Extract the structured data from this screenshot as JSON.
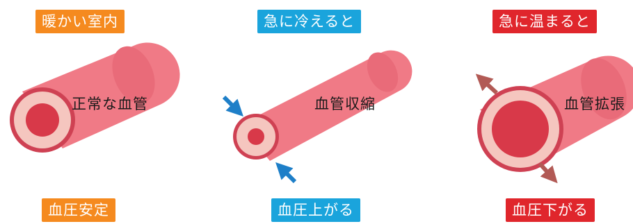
{
  "colors": {
    "orange": "#f58a1f",
    "blue": "#1aa4dc",
    "red": "#e0262c",
    "vessel_body": "#f07a86",
    "vessel_wall": "#f5c6bf",
    "vessel_lumen": "#d83949",
    "vessel_edge": "#cf4153",
    "arrow_blue": "#1e7fc8",
    "arrow_brown": "#b25a55"
  },
  "panels": [
    {
      "condition": "暖かい室内",
      "vessel_label": "正常な血管",
      "result": "血圧安定",
      "condition_color": "orange",
      "result_color": "orange"
    },
    {
      "condition": "急に冷えると",
      "vessel_label": "血管収縮",
      "result": "血圧上がる",
      "condition_color": "blue",
      "result_color": "blue"
    },
    {
      "condition": "急に温まると",
      "vessel_label": "血管拡張",
      "result": "血圧下がる",
      "condition_color": "red",
      "result_color": "red"
    }
  ],
  "icons": [
    "compress-arrow-icon",
    "expand-arrow-icon"
  ]
}
